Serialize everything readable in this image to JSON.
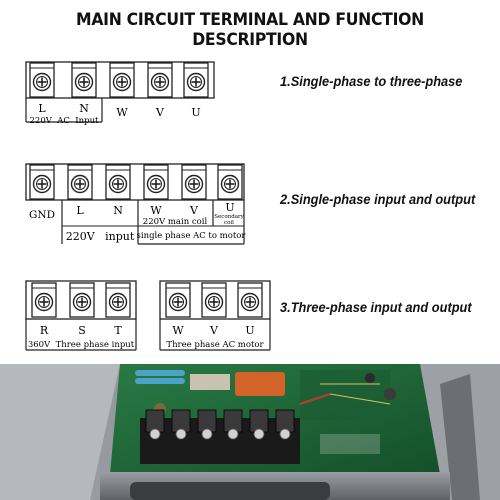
{
  "title": "MAIN CIRCUIT TERMINAL AND FUNCTION DESCRIPTION",
  "diagram1": {
    "caption": "1.Single-phase to three-phase",
    "terminals": [
      "L",
      "N",
      "W",
      "V",
      "U"
    ],
    "group_label": "220V  AC  Input"
  },
  "diagram2": {
    "caption": "2.Single-phase input and output",
    "gnd": "GND",
    "terminals": [
      "L",
      "N",
      "W",
      "V",
      "U"
    ],
    "input_label": "220V   input",
    "main_coil_label": "220V main coil",
    "secondary_label_1": "Secondary",
    "secondary_label_2": "coil",
    "output_label": "single phase AC to motor"
  },
  "diagram3": {
    "caption": "3.Three-phase input and output",
    "left_terminals": [
      "R",
      "S",
      "T"
    ],
    "left_label": "360V  Three phase input",
    "right_terminals": [
      "W",
      "V",
      "U"
    ],
    "right_label": "Three phase AC motor"
  },
  "colors": {
    "line": "#222222",
    "photo_bg": "#8a8f94",
    "pcb": "#1f6b3a",
    "terminal_block": "#1a1a1a"
  }
}
